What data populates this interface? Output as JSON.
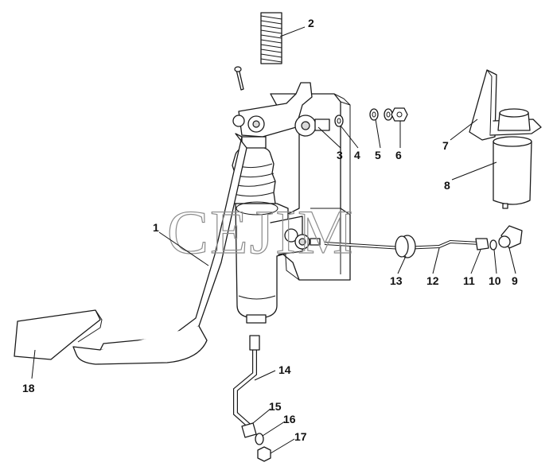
{
  "watermark": "CEJIM",
  "callouts": [
    "1",
    "2",
    "3",
    "4",
    "5",
    "6",
    "7",
    "8",
    "9",
    "10",
    "11",
    "12",
    "13",
    "14",
    "15",
    "16",
    "17",
    "18"
  ]
}
